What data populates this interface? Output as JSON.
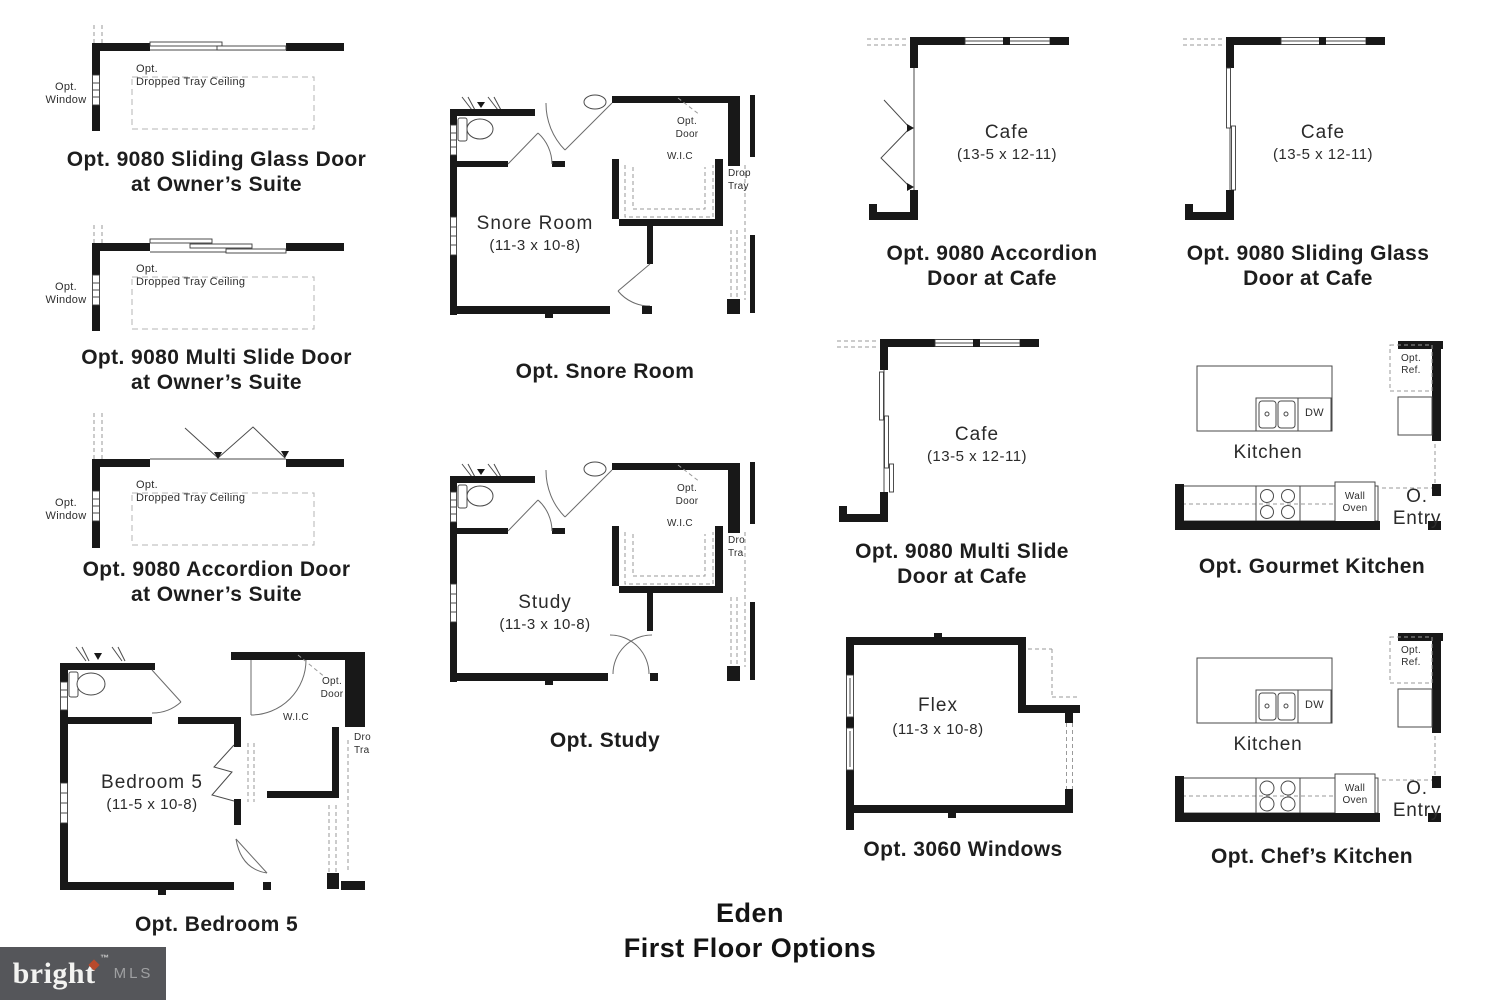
{
  "title": {
    "line1": "Eden",
    "line2": "First Floor Options"
  },
  "logo": {
    "brand": "bright",
    "trademark": "™",
    "mls": "MLS",
    "bg_color": "#55565a",
    "diamond_color": "#b94a2c",
    "brand_color": "#f3f3f1",
    "mls_color": "#9fa0a2"
  },
  "colors": {
    "walls": "#181818",
    "dashed_lines": "#9a9a9a",
    "text": "#2b2b2b"
  },
  "panels": {
    "sliding_owners": {
      "caption": "Opt. 9080 Sliding Glass Door\nat Owner’s Suite",
      "labels": {
        "window": "Opt.\nWindow",
        "tray": "Opt.\nDropped Tray Ceiling"
      }
    },
    "multi_owners": {
      "caption": "Opt. 9080 Multi Slide Door\nat Owner’s Suite",
      "labels": {
        "window": "Opt.\nWindow",
        "tray": "Opt.\nDropped Tray Ceiling"
      }
    },
    "accordion_owners": {
      "caption": "Opt. 9080 Accordion Door\nat Owner’s Suite",
      "labels": {
        "window": "Opt.\nWindow",
        "tray": "Opt.\nDropped Tray Ceiling"
      }
    },
    "bedroom5": {
      "caption": "Opt. Bedroom 5",
      "labels": {
        "room": "Bedroom 5",
        "dims": "(11-5 x 10-8)",
        "wic": "W.I.C",
        "opt_door": "Opt.\nDoor",
        "drop_tray": "Dro\nTra"
      }
    },
    "snore": {
      "caption": "Opt. Snore Room",
      "labels": {
        "room": "Snore Room",
        "dims": "(11-3 x 10-8)",
        "wic": "W.I.C",
        "opt_door": "Opt.\nDoor",
        "drop_tray": "Drop\nTray"
      }
    },
    "study": {
      "caption": "Opt. Study",
      "labels": {
        "room": "Study",
        "dims": "(11-3 x 10-8)",
        "wic": "W.I.C",
        "opt_door": "Opt.\nDoor",
        "drop_tray": "Dro\nTra"
      }
    },
    "accordion_cafe": {
      "caption": "Opt. 9080 Accordion\nDoor at Cafe",
      "labels": {
        "room": "Cafe",
        "dims": "(13-5 x 12-11)"
      }
    },
    "sliding_cafe": {
      "caption": "Opt. 9080 Sliding Glass\nDoor at Cafe",
      "labels": {
        "room": "Cafe",
        "dims": "(13-5 x 12-11)"
      }
    },
    "multi_cafe": {
      "caption": "Opt. 9080 Multi Slide\nDoor at Cafe",
      "labels": {
        "room": "Cafe",
        "dims": "(13-5 x 12-11)"
      }
    },
    "flex": {
      "caption": "Opt. 3060 Windows",
      "labels": {
        "room": "Flex",
        "dims": "(11-3 x 10-8)"
      }
    },
    "gourmet": {
      "caption": "Opt. Gourmet Kitchen",
      "labels": {
        "room": "Kitchen",
        "dw": "DW",
        "wall_oven": "Wall\nOven",
        "opt_ref": "Opt.\nRef.",
        "o_entry": "O.\nEntry"
      }
    },
    "chefs": {
      "caption": "Opt. Chef’s Kitchen",
      "labels": {
        "room": "Kitchen",
        "dw": "DW",
        "wall_oven": "Wall\nOven",
        "opt_ref": "Opt.\nRef.",
        "o_entry": "O.\nEntry"
      }
    }
  }
}
